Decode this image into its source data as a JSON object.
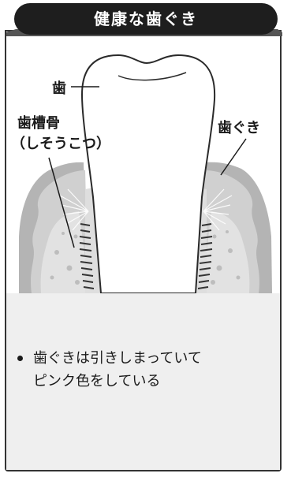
{
  "title": "健康な歯ぐき",
  "labels": {
    "tooth": "歯",
    "alveolar_bone": "歯槽骨",
    "alveolar_bone_reading": "（しそうこつ）",
    "gum": "歯ぐき"
  },
  "note": {
    "line1": "歯ぐきは引きしまっていて",
    "line2": "ピンク色をしている"
  },
  "colors": {
    "banner": "#1e1e1e",
    "gum_outer": "#b4b4b4",
    "gum_inner": "#d4d4d4",
    "bone": "#e4e4e4",
    "panel": "#efefef"
  }
}
